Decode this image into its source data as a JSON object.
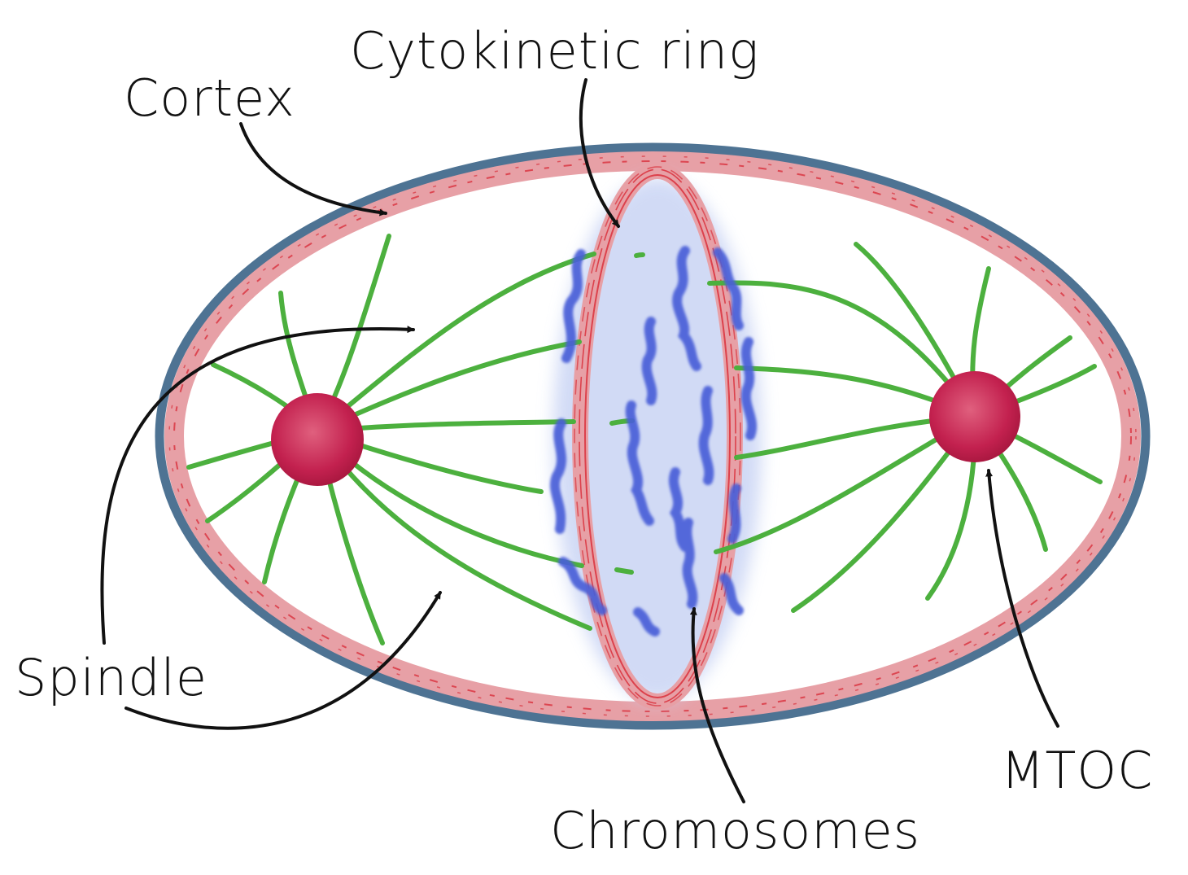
{
  "labels": {
    "cortex": "Cortex",
    "cytokinetic_ring": "Cytokinetic ring",
    "spindle": "Spindle",
    "chromosomes": "Chromosomes",
    "mtoc": "MTOC"
  },
  "colors": {
    "membrane": "#4e7393",
    "cortex": "#e7a0a6",
    "cortex_lines": "#d9303c",
    "spindle": "#4cb03e",
    "mtoc": "#c3214f",
    "chromosomes": "#4a5ed8",
    "chromosome_haze": "#c9d4f4",
    "arrows": "#111111"
  }
}
